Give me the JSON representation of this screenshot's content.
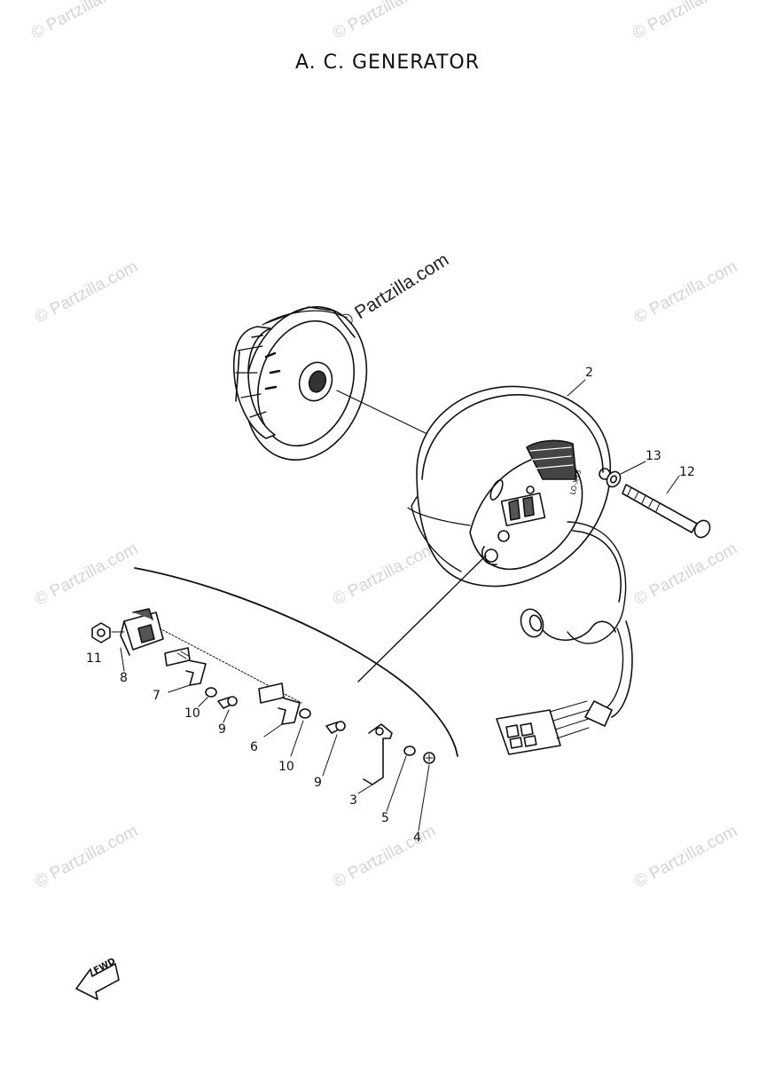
{
  "title": "A. C. GENERATOR",
  "watermark_text": "© Partzilla.com",
  "watermark_main_text": "© Partzilla.com",
  "fwd_label": "FWD",
  "callouts": [
    "2",
    "13",
    "12",
    "11",
    "8",
    "7",
    "10",
    "9",
    "6",
    "10",
    "9",
    "3",
    "5",
    "4"
  ]
}
